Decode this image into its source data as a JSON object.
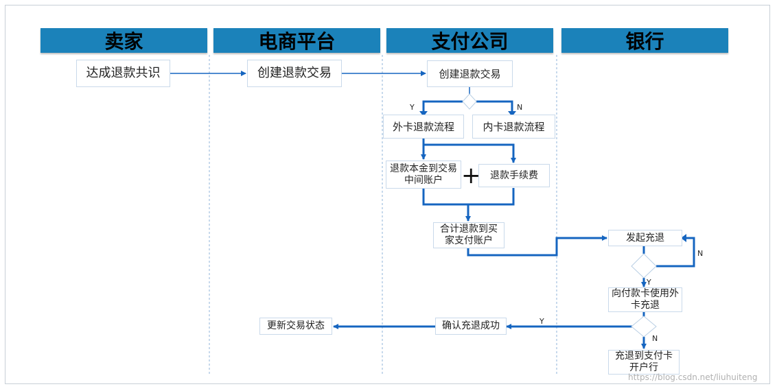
{
  "lanes": [
    {
      "id": "seller",
      "title": "卖家"
    },
    {
      "id": "platform",
      "title": "电商平台"
    },
    {
      "id": "payment",
      "title": "支付公司"
    },
    {
      "id": "bank",
      "title": "银行"
    }
  ],
  "nodes": {
    "agree_refund": "达成退款共识",
    "platform_create_refund": "创建退款交易",
    "payment_create_refund": "创建退款交易",
    "foreign_card_flow": "外卡退款流程",
    "domestic_card_flow": "内卡退款流程",
    "principal_to_intermediate": "退款本金到交易中间账户",
    "refund_fee": "退款手续费",
    "total_refund_to_buyer": "合计退款到买家支付账户",
    "initiate_chargeback": "发起充退",
    "foreign_card_chargeback": "向付款卡使用外卡充退",
    "confirm_success": "确认充退成功",
    "update_status": "更新交易状态",
    "refund_to_issuer": "充退到支付卡开户行"
  },
  "operators": {
    "plus": "+"
  },
  "edge_labels": {
    "yes": "Y",
    "no": "N"
  },
  "colors": {
    "header": "#1b82ba",
    "arrow": "#1565c0",
    "divider": "#8fb3d9"
  },
  "watermark": "https://blog.csdn.net/liuhuiteng"
}
